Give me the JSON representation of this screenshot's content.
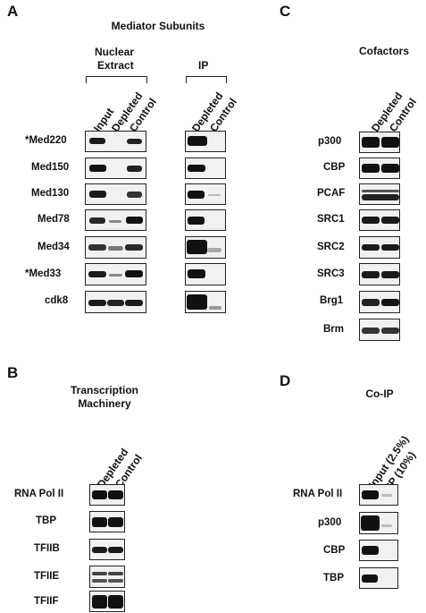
{
  "panels": {
    "A": {
      "letter": "A",
      "title": "Mediator Subunits",
      "group1": "Nuclear\nExtract",
      "group1_l1": "Nuclear",
      "group1_l2": "Extract",
      "group2": "IP",
      "ne_columns": [
        "Input",
        "Depleted",
        "Control"
      ],
      "ip_columns": [
        "Depleted",
        "Control"
      ],
      "rows": [
        "*Med220",
        "Med150",
        "Med130",
        "Med78",
        "Med34",
        "*Med33",
        "cdk8"
      ]
    },
    "B": {
      "letter": "B",
      "title_l1": "Transcription",
      "title_l2": "Machinery",
      "columns": [
        "Depleted",
        "Control"
      ],
      "rows": [
        "RNA Pol II",
        "TBP",
        "TFIIB",
        "TFIIE",
        "TFIIF"
      ]
    },
    "C": {
      "letter": "C",
      "title": "Cofactors",
      "columns": [
        "Depleted",
        "Control"
      ],
      "rows": [
        "p300",
        "CBP",
        "PCAF",
        "SRC1",
        "SRC2",
        "SRC3",
        "Brg1",
        "Brm"
      ]
    },
    "D": {
      "letter": "D",
      "title": "Co-IP",
      "columns": [
        "Input (2.5%)",
        "IP (10%)"
      ],
      "rows": [
        "RNA Pol II",
        "p300",
        "CBP",
        "TBP"
      ]
    }
  },
  "colors": {
    "band": "#1a1a1a",
    "blot_bg": "#f1f1f1",
    "border": "#222222"
  }
}
